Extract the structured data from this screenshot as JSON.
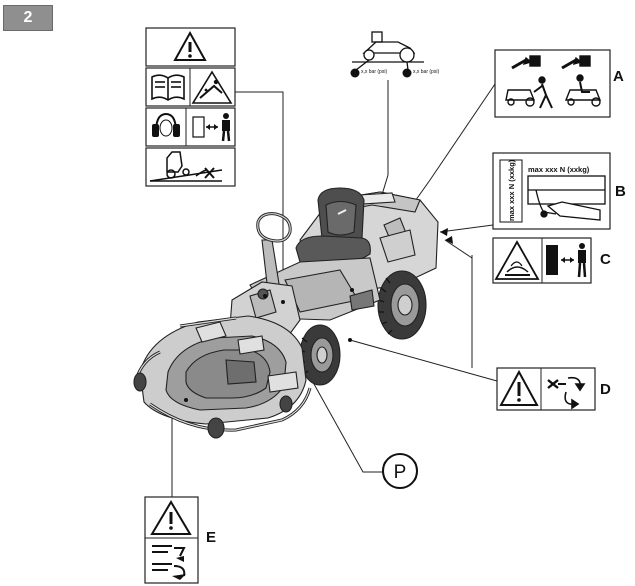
{
  "figure": {
    "number": "2"
  },
  "callouts": {
    "A": "A",
    "B": "B",
    "C": "C",
    "D": "D",
    "E": "E",
    "P": "P"
  },
  "labels": {
    "max_load": "max xxx N (xxkg)",
    "max_load_vertical": "max xxx N (xxkg)",
    "pressure_left": "x,x bar (psi)",
    "pressure_right": "x,x bar (psi)"
  },
  "colors": {
    "line": "#222222",
    "body_light": "#d4d4d4",
    "body_mid": "#bdbdbd",
    "body_dark": "#5a5a5a",
    "badge": "#8f8f8f"
  },
  "icons": [
    "warning-icon",
    "manual-icon",
    "thrown-objects-icon",
    "ear-protection-icon",
    "keep-distance-icon",
    "slope-icon",
    "tire-pressure-icon",
    "lift-icon",
    "load-icon",
    "rotating-blade-icon",
    "rotation-icon",
    "parking-brake-icon",
    "cutting-height-icon"
  ]
}
